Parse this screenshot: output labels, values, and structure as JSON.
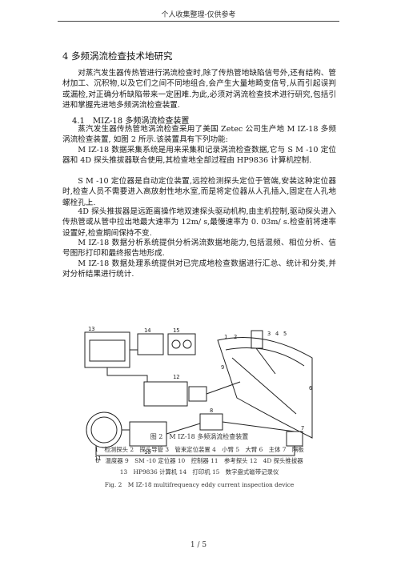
{
  "header": "个人收集整理-仅供参考",
  "section_title": "4 多频涡流检查技术地研究",
  "intro": "对蒸汽发生器传热管进行涡流检查时,除了传热管地缺陷信号外,还有结构、管材加工、沉积物,以及它们之间不同地组合,会产生大量地畸变信号,从而引起误判或漏检,对正确分析缺陷带来一定困难.为此,必须对涡流检查技术进行研究,包括引进和掌握先进地多频涡流检查装置.",
  "subsection": "4.1　MIZ-18 多频涡流检查装置",
  "paragraphs": [
    "蒸汽发生器传热管地涡流检查采用了美国 Zetec 公司生产地 M IZ-18 多频涡流检查装置, 如图 2 所示.该装置具有下列功能:",
    "M IZ-18 数据采集系统是用来采集和记录涡流检查数据,它与 S M -10 定位器和 4D 探头推拔器联合使用,其检查地全部过程由 HP9836 计算机控制.",
    "S M -10 定位器是自动定位装置,远控检测探头定位于管端,安装这种定位器时,检查人员不需要进入高放射性地水室,而是将定位器从人孔插入,固定在人孔地螺栓孔上.",
    "4D 探头推拔器是远距离操作地双速探头驱动机构,由主机控制,驱动探头进入传热管或从管中拉出地最大速率为 12m/ s,最慢速率为 0. 03m/ s.检查前将速率设置好,检查期间保持不变.",
    "M IZ-18 数据分析系统提供分析涡流数据地能力,包括混频、相位分析、信号图形打印和最终报告地形成.",
    "M IZ-18 数据处理系统提供对已完成地检查数据进行汇总、统计和分类,并对分析结果进行统计."
  ],
  "figure": {
    "labels": [
      "1",
      "2",
      "3",
      "4",
      "5",
      "6",
      "7",
      "8",
      "9",
      "10",
      "11",
      "12",
      "13",
      "14",
      "15"
    ],
    "caption_title": "图 2　M IZ-18 多频涡流检查装置",
    "caption_line1": "1　检测探头 2　探头导管 3　管束定位装置 4　小臂 5　大臂 6　主体 7　隔板",
    "caption_line2": "8　温度器 9　SM -10 定位器 10　控制器 11　参考探头 12　4D 探头推拔器",
    "caption_line3": "13　HP9836 计算机 14　打印机 15　数字盘式磁带记录仪",
    "caption_en": "Fig. 2　M IZ-18 multifrequency eddy current inspection device"
  },
  "footer": "1 / 5"
}
